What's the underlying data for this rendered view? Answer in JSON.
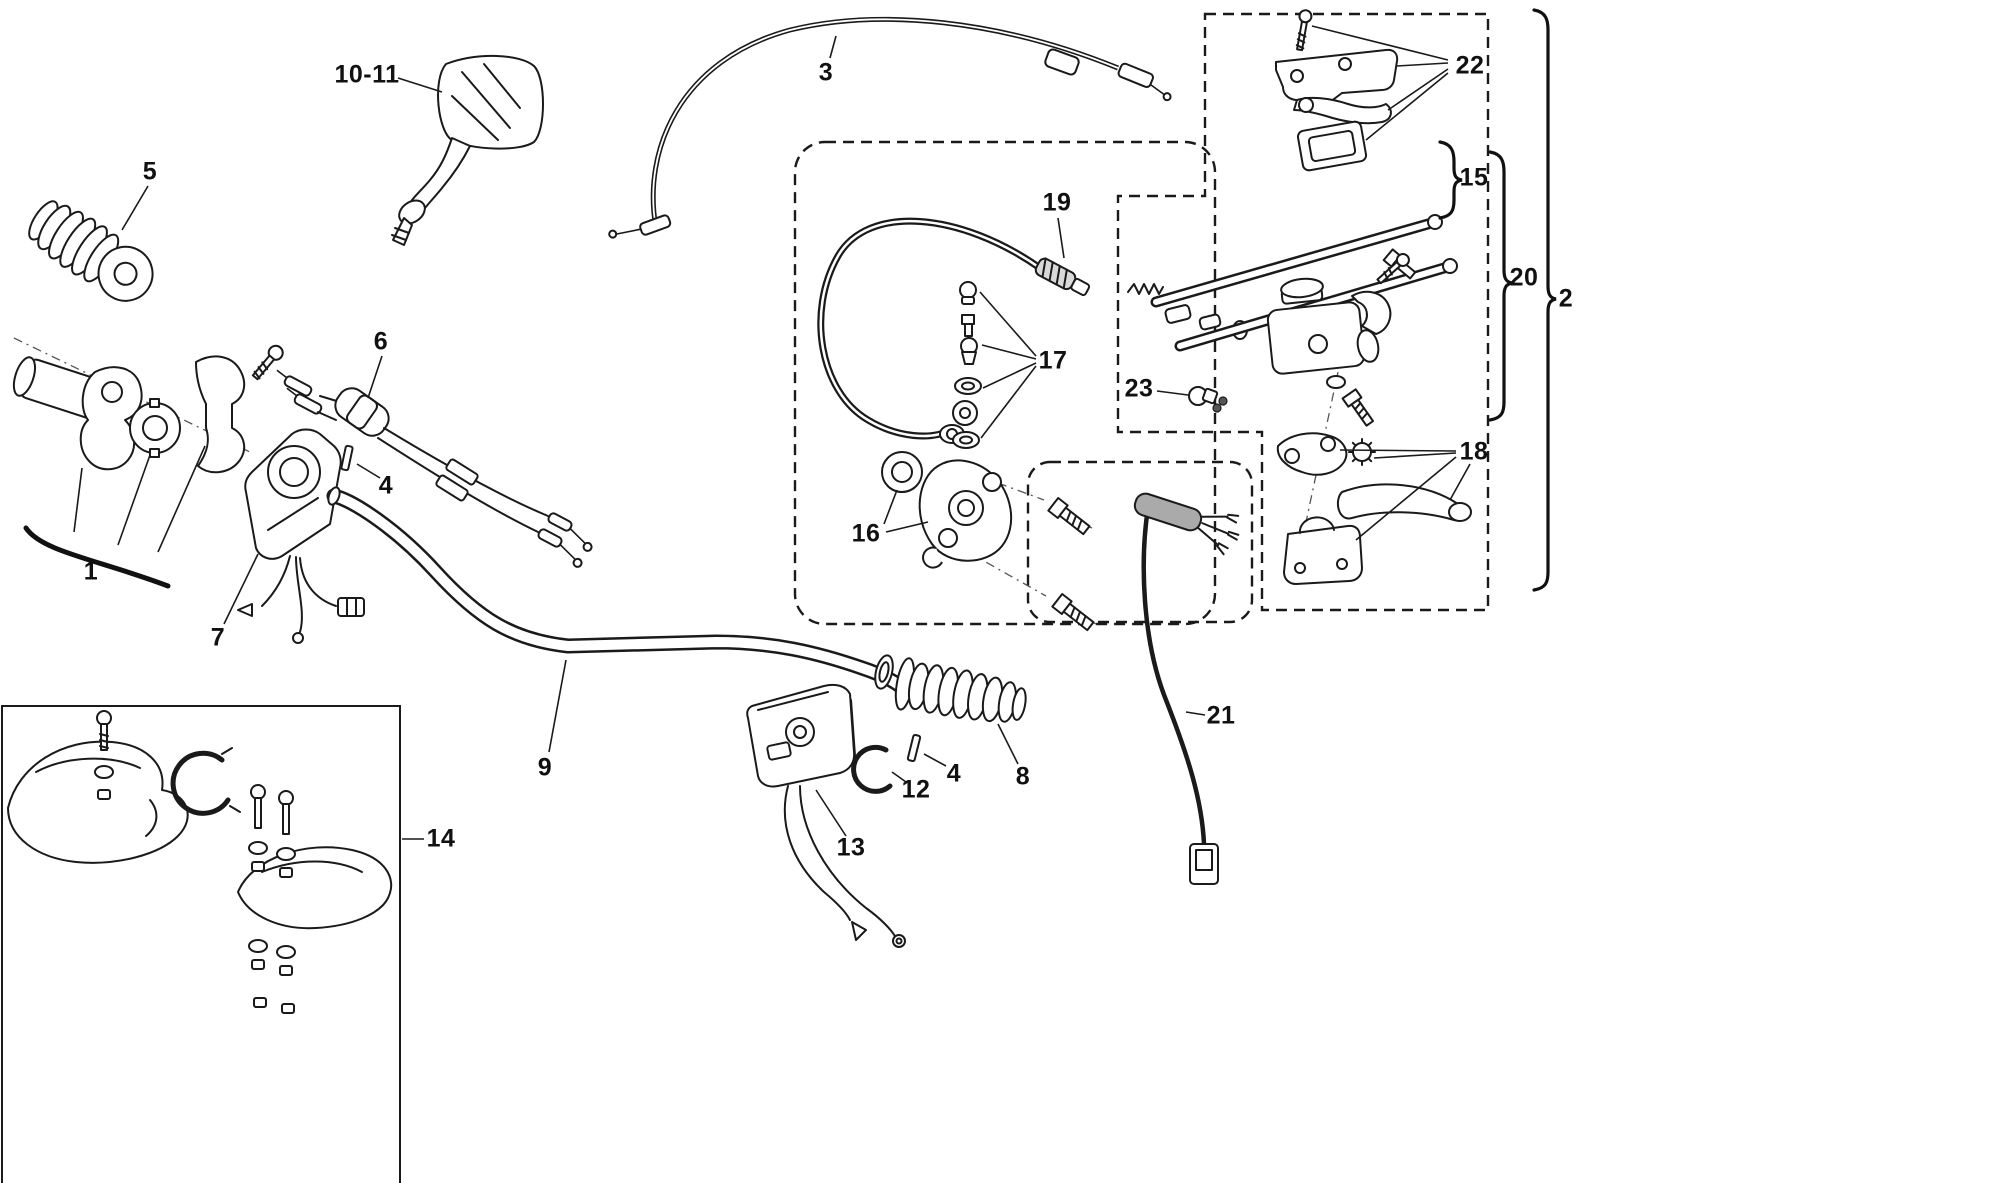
{
  "colors": {
    "line": "#1a1a1a",
    "background": "#ffffff",
    "shade": "#aaaaaa"
  },
  "callouts": {
    "p1": "1",
    "p2": "2",
    "p3": "3",
    "p4a": "4",
    "p4b": "4",
    "p5": "5",
    "p6": "6",
    "p7": "7",
    "p8": "8",
    "p9": "9",
    "p10_11": "10-11",
    "p12": "12",
    "p13": "13",
    "p14": "14",
    "p15": "15",
    "p16": "16",
    "p17": "17",
    "p18": "18",
    "p19": "19",
    "p20": "20",
    "p21": "21",
    "p22": "22",
    "p23": "23"
  }
}
